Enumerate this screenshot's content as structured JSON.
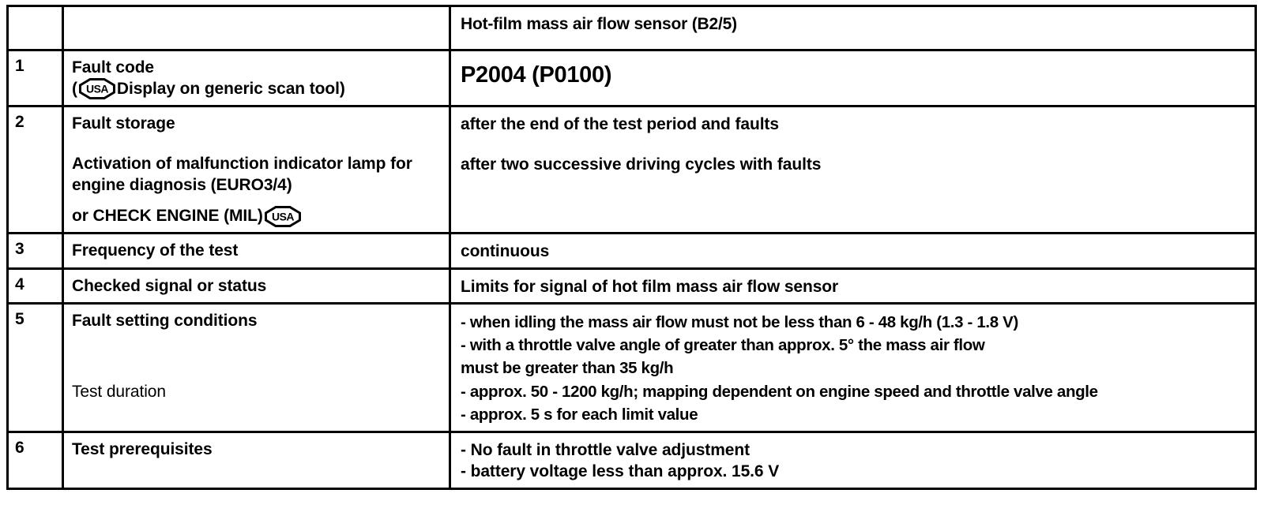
{
  "document": {
    "type": "diagnostic-fault-code-table",
    "header": {
      "col_num": "",
      "col_label": "",
      "col_value": "Hot-film mass air flow sensor (B2/5)"
    },
    "icons": {
      "usa_badge_text": "USA"
    },
    "rows": [
      {
        "num": "1",
        "label_line1": "Fault code",
        "label_line2_prefix": "(",
        "label_line2_suffix": " Display on generic scan tool)",
        "value_line1": "P2004 (P0100)"
      },
      {
        "num": "2",
        "label_line1": "Fault storage",
        "label_line2": "Activation of malfunction indicator lamp for",
        "label_line3": "engine diagnosis (EURO3/4)",
        "label_line4_prefix": "or CHECK ENGINE (MIL) ",
        "value_line1": "after the end of the test period and faults",
        "value_line2": "after two successive driving cycles with faults"
      },
      {
        "num": "3",
        "label_line1": "Frequency of the test",
        "value_line1": "continuous"
      },
      {
        "num": "4",
        "label_line1": "Checked signal or status",
        "value_line1": "Limits for signal of hot film mass air flow sensor"
      },
      {
        "num": "5",
        "label_line1": "Fault setting conditions",
        "label_line2": "Test duration",
        "value_line1": "- when idling the mass air flow must not be less than 6 - 48 kg/h (1.3 - 1.8 V)",
        "value_line2": "- with a throttle valve angle of greater than approx. 5° the mass air flow",
        "value_line3": "must be greater than 35 kg/h",
        "value_line4": "- approx. 50 - 1200 kg/h; mapping dependent on engine speed and throttle valve angle",
        "value_line5": "- approx. 5 s for each limit value"
      },
      {
        "num": "6",
        "label_line1": "Test prerequisites",
        "value_line1": "- No fault in throttle valve adjustment",
        "value_line2": "- battery voltage less than approx. 15.6 V"
      }
    ],
    "colors": {
      "ink": "#000000",
      "paper": "#ffffff"
    }
  }
}
